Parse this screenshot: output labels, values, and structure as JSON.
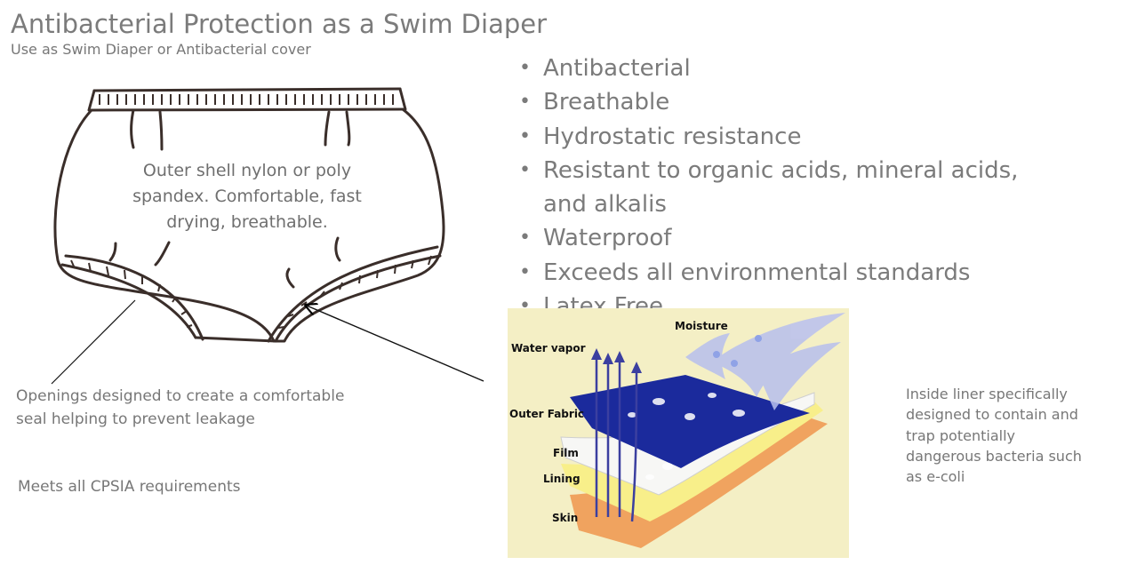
{
  "header": {
    "title": "Antibacterial Protection as a Swim Diaper",
    "subtitle": "Use as Swim Diaper or Antibacterial cover"
  },
  "diaper": {
    "shell_text": "Outer shell nylon or poly spandex. Comfortable, fast drying, breathable."
  },
  "features": [
    "Antibacterial",
    "Breathable",
    "Hydrostatic resistance",
    "Resistant to organic acids, mineral acids, and alkalis",
    "Waterproof",
    "Exceeds all environmental standards",
    "Latex Free"
  ],
  "callouts": {
    "openings": "Openings designed to create a comfortable seal helping to prevent leakage",
    "cpsia": "Meets all CPSIA  requirements",
    "liner": "Inside liner specifically designed to contain and trap potentially dangerous bacteria such as e-coli"
  },
  "layers_diagram": {
    "moisture": "Moisture",
    "water_vapor": "Water vapor",
    "outer_fabric": "Outer Fabric",
    "film": "Film",
    "lining": "Lining",
    "skin": "Skin"
  }
}
